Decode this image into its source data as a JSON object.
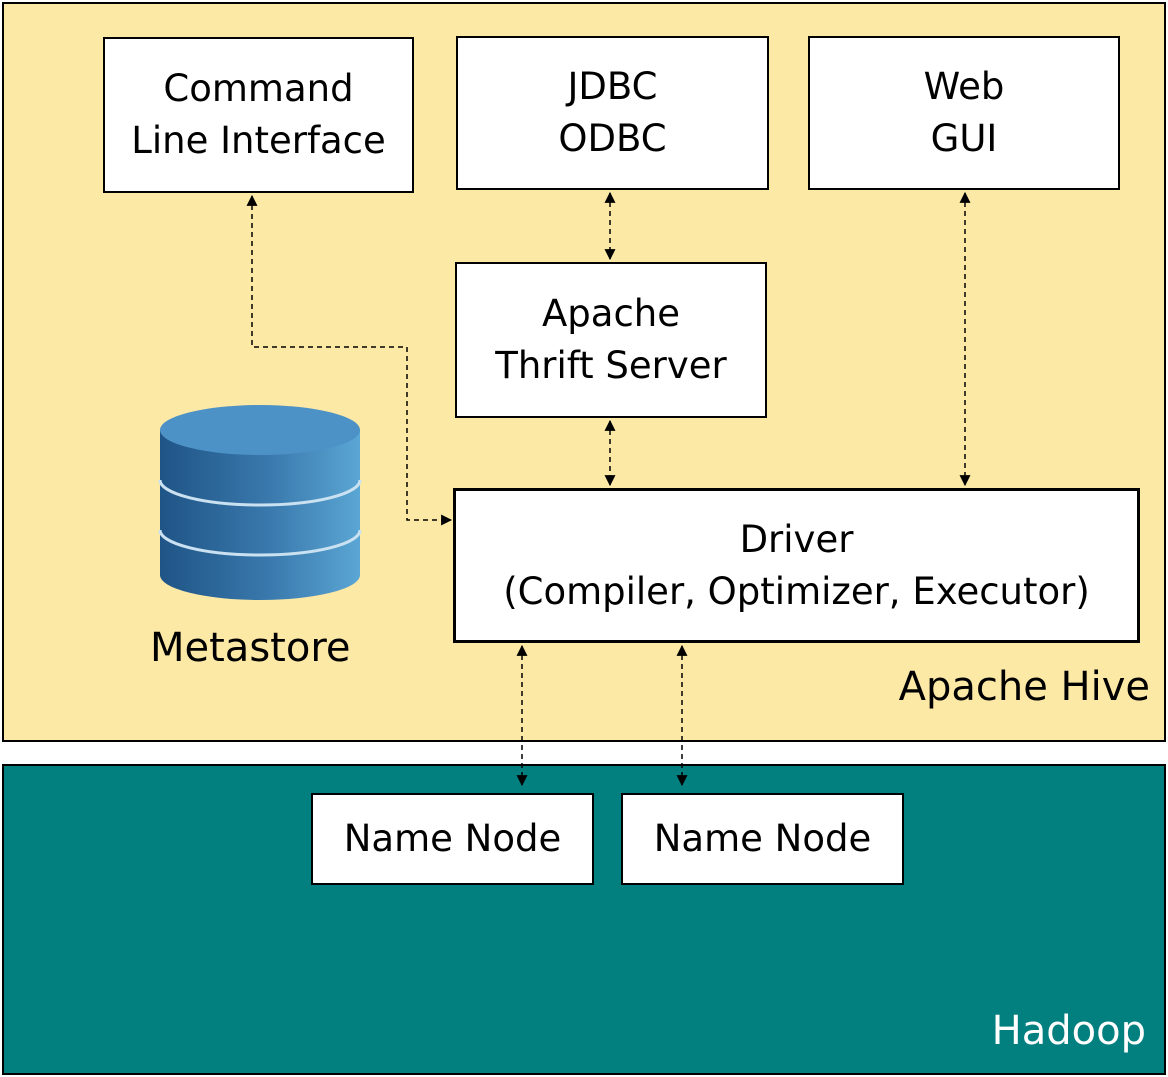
{
  "hive": {
    "label": "Apache Hive",
    "cli": {
      "line1": "Command",
      "line2": "Line Interface"
    },
    "jdbc": {
      "line1": "JDBC",
      "line2": "ODBC"
    },
    "web": {
      "line1": "Web",
      "line2": "GUI"
    },
    "thrift": {
      "line1": "Apache",
      "line2": "Thrift Server"
    },
    "driver": {
      "line1": "Driver",
      "line2": "(Compiler, Optimizer, Executor)"
    },
    "metastore": {
      "label": "Metastore"
    }
  },
  "hadoop": {
    "label": "Hadoop",
    "nodes": [
      "Name Node",
      "Name Node"
    ]
  },
  "colors": {
    "hive_bg": "#fde9a6",
    "hadoop_bg": "#027f7f",
    "db_blue": "#3f82b5"
  }
}
